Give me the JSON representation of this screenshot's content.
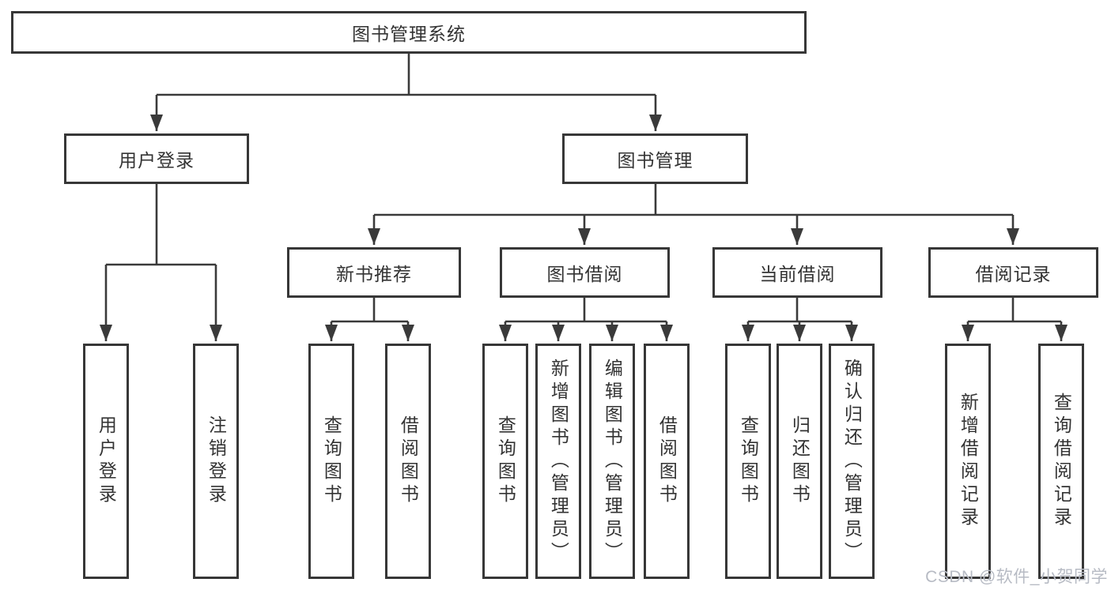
{
  "page": {
    "background": "#ffffff",
    "line_color": "#3a3a3a",
    "text_color": "#333333"
  },
  "tree": {
    "root": {
      "label": "图书管理系统"
    },
    "branches": [
      {
        "label": "用户登录",
        "children": [
          {
            "label": "用户登录"
          },
          {
            "label": "注销登录"
          }
        ]
      },
      {
        "label": "图书管理",
        "groups": [
          {
            "label": "新书推荐",
            "children": [
              {
                "label": "查询图书"
              },
              {
                "label": "借阅图书"
              }
            ]
          },
          {
            "label": "图书借阅",
            "children": [
              {
                "label": "查询图书"
              },
              {
                "label": "新增图书（管理员）"
              },
              {
                "label": "编辑图书（管理员）"
              },
              {
                "label": "借阅图书"
              }
            ]
          },
          {
            "label": "当前借阅",
            "children": [
              {
                "label": "查询图书"
              },
              {
                "label": "归还图书"
              },
              {
                "label": "确认归还（管理员）"
              }
            ]
          },
          {
            "label": "借阅记录",
            "children": [
              {
                "label": "新增借阅记录"
              },
              {
                "label": "查询借阅记录"
              }
            ]
          }
        ]
      }
    ]
  },
  "watermark": {
    "label": "CSDN @软件_小贺同学",
    "color": "#b7bbc4"
  }
}
